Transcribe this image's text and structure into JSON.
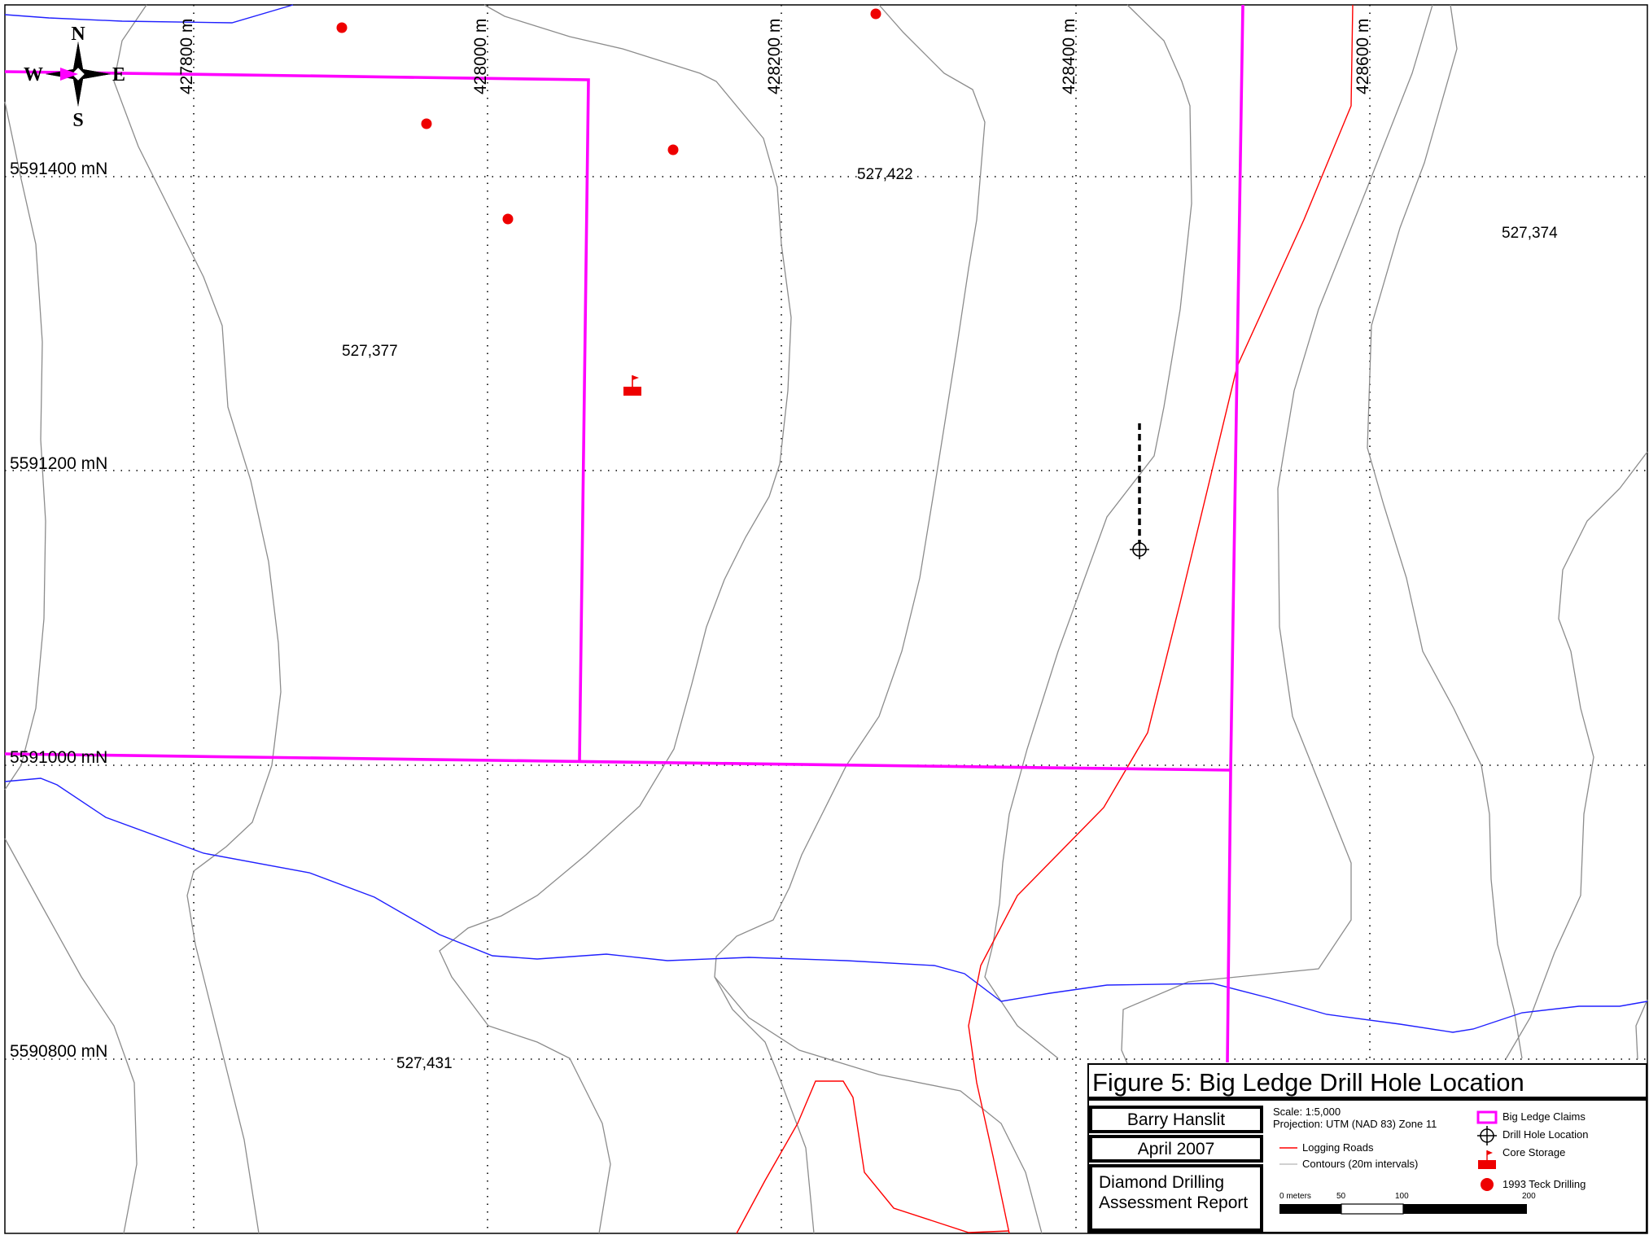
{
  "map": {
    "easting_labels": [
      "427800 m",
      "428000 m",
      "428200 m",
      "428400 m",
      "428600 m"
    ],
    "northing_labels": [
      "5591400 mN",
      "5591200 mN",
      "5591000 mN",
      "5590800 mN"
    ],
    "claim_numbers": [
      "527,422",
      "527,374",
      "527,377",
      "527,431"
    ],
    "compass": {
      "n": "N",
      "s": "S",
      "e": "E",
      "w": "W"
    },
    "colors": {
      "claims": "#ff00ff",
      "roads": "#ff0000",
      "contours": "#8c8c8c",
      "stream": "#2020ff",
      "teck_drilling": "#ee0000",
      "drill_hole": "#000000"
    }
  },
  "title_block": {
    "title": "Figure 5: Big Ledge Drill Hole Location",
    "author": "Barry Hanslit",
    "date": "April 2007",
    "report": "Diamond Drilling Assessment Report",
    "scale": "Scale: 1:5,000",
    "projection": "Projection: UTM (NAD 83) Zone 11",
    "legend": {
      "claims": "Big Ledge Claims",
      "drill_hole": "Drill Hole Location",
      "roads": "Logging Roads",
      "core_storage": "Core Storage",
      "contours": "Contours (20m intervals)",
      "teck": "1993 Teck Drilling"
    },
    "scalebar": {
      "unit_label": "0 meters",
      "ticks": [
        "50",
        "100",
        "200"
      ]
    }
  }
}
